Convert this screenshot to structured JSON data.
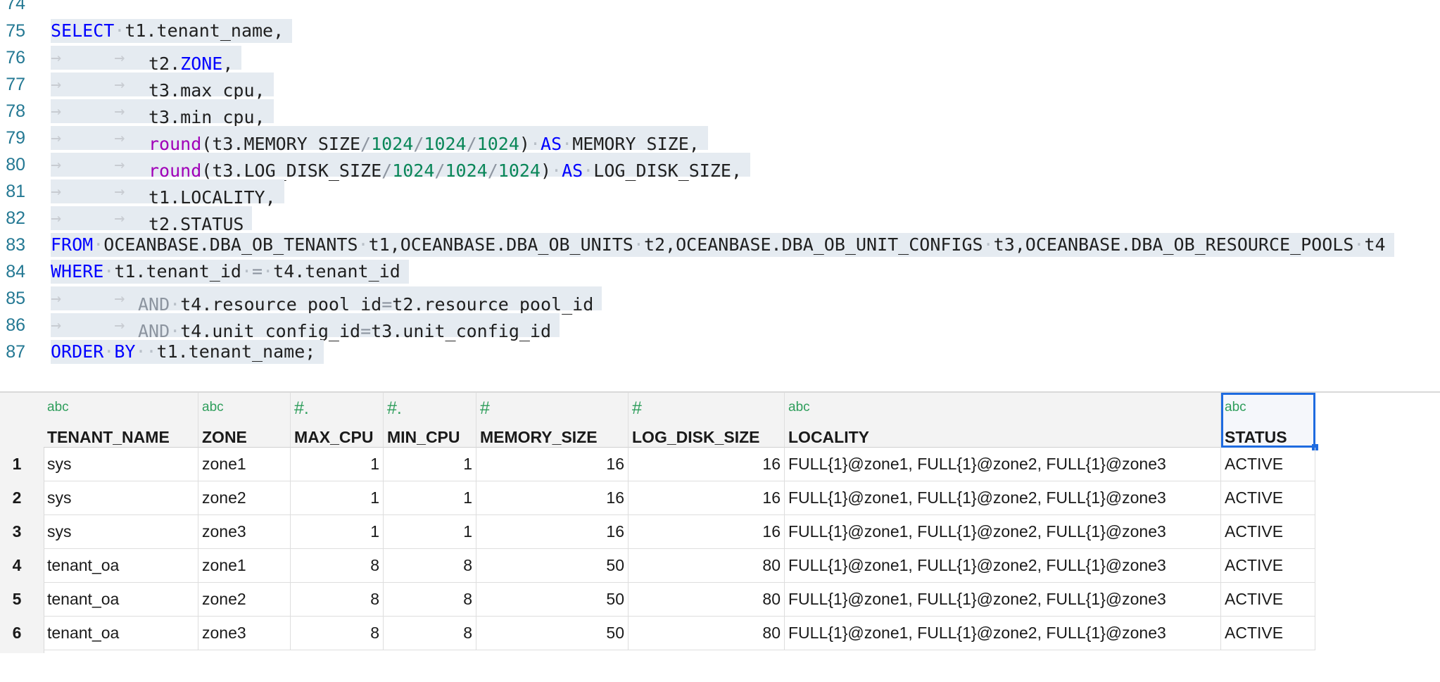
{
  "editor": {
    "lines": [
      {
        "n": "74",
        "parts": []
      },
      {
        "n": "75",
        "parts": [
          [
            "kw",
            "SELECT"
          ],
          [
            "ws",
            "·"
          ],
          [
            "t",
            "t1.tenant_name,"
          ]
        ]
      },
      {
        "n": "76",
        "indent": "→     →     ",
        "parts": [
          [
            "t",
            "t2."
          ],
          [
            "kw",
            "ZONE"
          ],
          [
            "t",
            ","
          ]
        ]
      },
      {
        "n": "77",
        "indent": "→     →     ",
        "parts": [
          [
            "t",
            "t3.max_cpu,"
          ]
        ]
      },
      {
        "n": "78",
        "indent": "→     →     ",
        "parts": [
          [
            "t",
            "t3.min_cpu,"
          ]
        ]
      },
      {
        "n": "79",
        "indent": "→     →     ",
        "parts": [
          [
            "fn",
            "round"
          ],
          [
            "t",
            "(t3.MEMORY_SIZE"
          ],
          [
            "op",
            "/"
          ],
          [
            "num",
            "1024"
          ],
          [
            "op",
            "/"
          ],
          [
            "num",
            "1024"
          ],
          [
            "op",
            "/"
          ],
          [
            "num",
            "1024"
          ],
          [
            "t",
            ")"
          ],
          [
            "ws",
            "·"
          ],
          [
            "kw",
            "AS"
          ],
          [
            "ws",
            "·"
          ],
          [
            "t",
            "MEMORY_SIZE,"
          ]
        ]
      },
      {
        "n": "80",
        "indent": "→     →     ",
        "parts": [
          [
            "fn",
            "round"
          ],
          [
            "t",
            "(t3.LOG_DISK_SIZE"
          ],
          [
            "op",
            "/"
          ],
          [
            "num",
            "1024"
          ],
          [
            "op",
            "/"
          ],
          [
            "num",
            "1024"
          ],
          [
            "op",
            "/"
          ],
          [
            "num",
            "1024"
          ],
          [
            "t",
            ")"
          ],
          [
            "ws",
            "·"
          ],
          [
            "kw",
            "AS"
          ],
          [
            "ws",
            "·"
          ],
          [
            "t",
            "LOG_DISK_SIZE,"
          ]
        ]
      },
      {
        "n": "81",
        "indent": "→     →     ",
        "parts": [
          [
            "t",
            "t1.LOCALITY,"
          ]
        ]
      },
      {
        "n": "82",
        "indent": "→     →     ",
        "parts": [
          [
            "t",
            "t2.STATUS"
          ]
        ]
      },
      {
        "n": "83",
        "parts": [
          [
            "kw",
            "FROM"
          ],
          [
            "ws",
            "·"
          ],
          [
            "t",
            "OCEANBASE.DBA_OB_TENANTS"
          ],
          [
            "ws",
            "·"
          ],
          [
            "t",
            "t1,OCEANBASE.DBA_OB_UNITS"
          ],
          [
            "ws",
            "·"
          ],
          [
            "t",
            "t2,OCEANBASE.DBA_OB_UNIT_CONFIGS"
          ],
          [
            "ws",
            "·"
          ],
          [
            "t",
            "t3,OCEANBASE.DBA_OB_RESOURCE_POOLS"
          ],
          [
            "ws",
            "·"
          ],
          [
            "t",
            "t4"
          ]
        ]
      },
      {
        "n": "84",
        "parts": [
          [
            "kw",
            "WHERE"
          ],
          [
            "ws",
            "·"
          ],
          [
            "t",
            "t1.tenant_id"
          ],
          [
            "ws",
            "·"
          ],
          [
            "op",
            "="
          ],
          [
            "ws",
            "·"
          ],
          [
            "t",
            "t4.tenant_id"
          ]
        ]
      },
      {
        "n": "85",
        "indent": "→     →     ",
        "parts": [
          [
            "op",
            "AND"
          ],
          [
            "ws",
            "·"
          ],
          [
            "t",
            "t4.resource_pool_id"
          ],
          [
            "op",
            "="
          ],
          [
            "t",
            "t2.resource_pool_id"
          ]
        ]
      },
      {
        "n": "86",
        "indent": "→     →     ",
        "parts": [
          [
            "op",
            "AND"
          ],
          [
            "ws",
            "·"
          ],
          [
            "t",
            "t4.unit_config_id"
          ],
          [
            "op",
            "="
          ],
          [
            "t",
            "t3.unit_config_id"
          ]
        ]
      },
      {
        "n": "87",
        "parts": [
          [
            "kw",
            "ORDER"
          ],
          [
            "ws",
            "·"
          ],
          [
            "kw",
            "BY"
          ],
          [
            "ws",
            "··"
          ],
          [
            "t",
            "t1.tenant_name;"
          ]
        ]
      }
    ]
  },
  "results": {
    "columns": [
      {
        "name": "TENANT_NAME",
        "type": "abc",
        "align": "left"
      },
      {
        "name": "ZONE",
        "type": "abc",
        "align": "left"
      },
      {
        "name": "MAX_CPU",
        "type": "#.",
        "align": "right"
      },
      {
        "name": "MIN_CPU",
        "type": "#.",
        "align": "right"
      },
      {
        "name": "MEMORY_SIZE",
        "type": "#",
        "align": "right"
      },
      {
        "name": "LOG_DISK_SIZE",
        "type": "#",
        "align": "right"
      },
      {
        "name": "LOCALITY",
        "type": "abc",
        "align": "left"
      },
      {
        "name": "STATUS",
        "type": "abc",
        "align": "left"
      }
    ],
    "selected_column": 7,
    "rows": [
      {
        "num": "1",
        "cells": [
          "sys",
          "zone1",
          "1",
          "1",
          "16",
          "16",
          "FULL{1}@zone1, FULL{1}@zone2, FULL{1}@zone3",
          "ACTIVE"
        ]
      },
      {
        "num": "2",
        "cells": [
          "sys",
          "zone2",
          "1",
          "1",
          "16",
          "16",
          "FULL{1}@zone1, FULL{1}@zone2, FULL{1}@zone3",
          "ACTIVE"
        ]
      },
      {
        "num": "3",
        "cells": [
          "sys",
          "zone3",
          "1",
          "1",
          "16",
          "16",
          "FULL{1}@zone1, FULL{1}@zone2, FULL{1}@zone3",
          "ACTIVE"
        ]
      },
      {
        "num": "4",
        "cells": [
          "tenant_oa",
          "zone1",
          "8",
          "8",
          "50",
          "80",
          "FULL{1}@zone1, FULL{1}@zone2, FULL{1}@zone3",
          "ACTIVE"
        ]
      },
      {
        "num": "5",
        "cells": [
          "tenant_oa",
          "zone2",
          "8",
          "8",
          "50",
          "80",
          "FULL{1}@zone1, FULL{1}@zone2, FULL{1}@zone3",
          "ACTIVE"
        ]
      },
      {
        "num": "6",
        "cells": [
          "tenant_oa",
          "zone3",
          "8",
          "8",
          "50",
          "80",
          "FULL{1}@zone1, FULL{1}@zone2, FULL{1}@zone3",
          "ACTIVE"
        ]
      }
    ]
  },
  "colors": {
    "keyword": "#0000ff",
    "function": "#a000b8",
    "number": "#098658",
    "line_number": "#237893",
    "selection": "#e5ebf1",
    "type_icon": "#2f9e5c",
    "selected_border": "#1e6be0"
  }
}
